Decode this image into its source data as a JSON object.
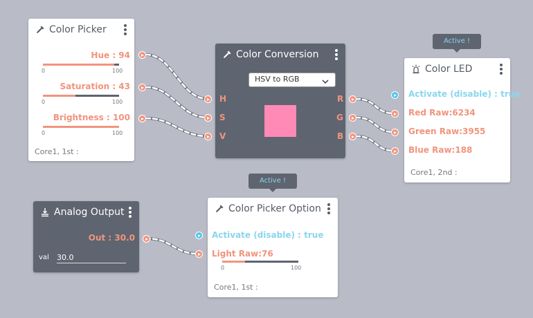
{
  "colors": {
    "accent": "#f1947d",
    "cyan": "#4cc6ea",
    "dark_node": "#5e6470",
    "swatch": "#ff8ab5",
    "bg": "#b9bcc7"
  },
  "color_picker": {
    "title": "Color Picker",
    "icon": "eyedropper-icon",
    "hue": {
      "label": "Hue : 94",
      "min": "0",
      "max": "100",
      "value": 94
    },
    "saturation": {
      "label": "Saturation : 43",
      "min": "0",
      "max": "100",
      "value": 43
    },
    "brightness": {
      "label": "Brightness : 100",
      "min": "0",
      "max": "100",
      "value": 100
    },
    "footer": "Core1, 1st :"
  },
  "color_conversion": {
    "title": "Color Conversion",
    "icon": "eyedropper-icon",
    "mode": "HSV to RGB",
    "inputs": [
      "H",
      "S",
      "V"
    ],
    "outputs": [
      "R",
      "G",
      "B"
    ]
  },
  "color_led": {
    "badge": "Active !",
    "title": "Color LED",
    "icon": "led-icon",
    "activate": "Activate (disable) : true",
    "red": "Red Raw:6234",
    "green": "Green Raw:3955",
    "blue": "Blue Raw:188",
    "footer": "Core1, 2nd :"
  },
  "analog_output": {
    "title": "Analog Output",
    "icon": "ground-icon",
    "out": "Out : 30.0",
    "val_label": "val",
    "val": "30.0"
  },
  "color_picker_option": {
    "badge": "Active !",
    "title": "Color Picker Option",
    "icon": "eyedropper-icon",
    "activate": "Activate (disable) : true",
    "light": {
      "label": "Light Raw:76",
      "min": "0",
      "max": "100",
      "value": 30
    },
    "footer": "Core1, 1st :"
  }
}
